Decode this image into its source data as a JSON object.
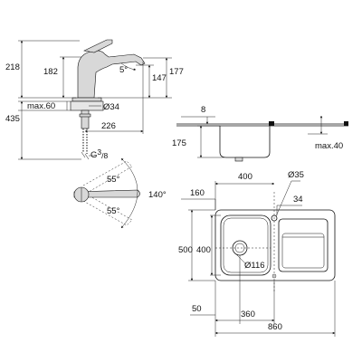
{
  "faucet_side": {
    "dim_218": "218",
    "dim_182": "182",
    "dim_5deg": "5°",
    "dim_147": "147",
    "dim_177": "177",
    "dim_max60": "max.60",
    "dim_435": "435",
    "dim_d34": "Ø34",
    "dim_226": "226",
    "thread_g": "G",
    "thread_sup": "3",
    "thread_sub": "/8"
  },
  "faucet_top": {
    "angle_upper": "55°",
    "angle_lower": "55°",
    "angle_total": "140°"
  },
  "sink_section": {
    "dim_8": "8",
    "dim_175": "175",
    "dim_max40": "max.40"
  },
  "sink_plan": {
    "dim_400_top": "400",
    "dim_d35": "Ø35",
    "dim_160": "160",
    "dim_34": "34",
    "dim_500": "500",
    "dim_400_left": "400",
    "dim_d116": "Ø116",
    "dim_50": "50",
    "dim_360": "360",
    "dim_860": "860"
  }
}
